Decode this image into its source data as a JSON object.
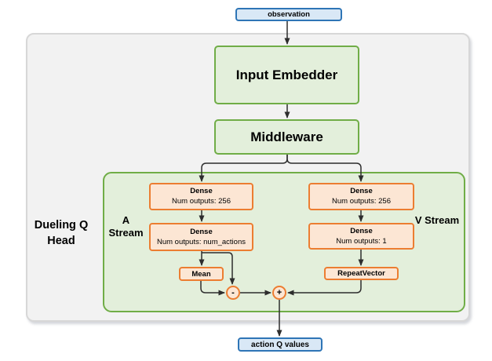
{
  "colors": {
    "blue_fill": "#d9e8f6",
    "blue_border": "#2e75b6",
    "green_fill": "#e3efdb",
    "green_border": "#70ad47",
    "orange_fill": "#fce6d4",
    "orange_border": "#ec7d31",
    "panel_fill": "#f2f2f2",
    "panel_border": "#d7d7d7",
    "arrow": "#2d2d2d",
    "text": "#000000"
  },
  "nodes": {
    "observation": "observation",
    "input_embedder": "Input Embedder",
    "middleware": "Middleware",
    "dueling_head": "Dueling Q Head",
    "a_stream": "A Stream",
    "v_stream": "V Stream",
    "a_dense_1": {
      "title": "Dense",
      "subtitle": "Num outputs: 256"
    },
    "a_dense_2": {
      "title": "Dense",
      "subtitle": "Num outputs: num_actions"
    },
    "mean": "Mean",
    "v_dense_1": {
      "title": "Dense",
      "subtitle": "Num outputs: 256"
    },
    "v_dense_2": {
      "title": "Dense",
      "subtitle": "Num outputs: 1"
    },
    "repeat_vector": "RepeatVector",
    "minus": "-",
    "plus": "+",
    "action_q_values": "action Q values"
  }
}
